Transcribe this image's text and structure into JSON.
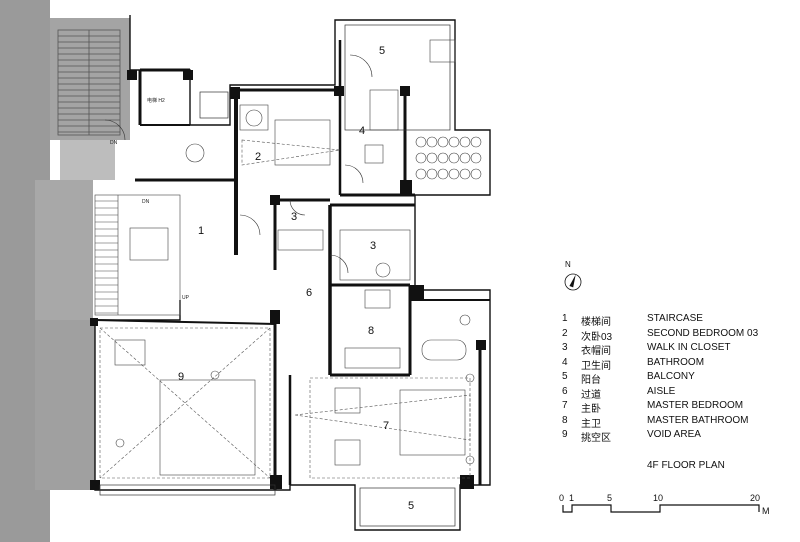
{
  "plan": {
    "title": "4F FLOOR PLAN",
    "north_label": "N",
    "room_labels": {
      "bedroom2": "2",
      "closet_a": "3",
      "closet_b": "3",
      "bath4": "4",
      "balcony_top": "5",
      "balcony_bottom": "5",
      "aisle": "6",
      "master_bed": "7",
      "master_bath": "8",
      "void": "9",
      "stair_hall": "1"
    },
    "small_labels": {
      "elevator": "电梯 H2",
      "dn_top": "DN",
      "dn_stair": "DN",
      "up_stair": "UP"
    },
    "legend": [
      {
        "num": "1",
        "zh": "楼梯间",
        "en": "STAIRCASE"
      },
      {
        "num": "2",
        "zh": "次卧03",
        "en": "SECOND BEDROOM 03"
      },
      {
        "num": "3",
        "zh": "衣帽间",
        "en": "WALK IN CLOSET"
      },
      {
        "num": "4",
        "zh": "卫生间",
        "en": "BATHROOM"
      },
      {
        "num": "5",
        "zh": "阳台",
        "en": "BALCONY"
      },
      {
        "num": "6",
        "zh": "过道",
        "en": "AISLE"
      },
      {
        "num": "7",
        "zh": "主卧",
        "en": "MASTER BEDROOM"
      },
      {
        "num": "8",
        "zh": "主卫",
        "en": "MASTER BATHROOM"
      },
      {
        "num": "9",
        "zh": "挑空区",
        "en": "VOID AREA"
      }
    ],
    "scale": {
      "ticks": [
        "0",
        "1",
        "5",
        "10",
        "20"
      ],
      "unit": "M"
    }
  }
}
